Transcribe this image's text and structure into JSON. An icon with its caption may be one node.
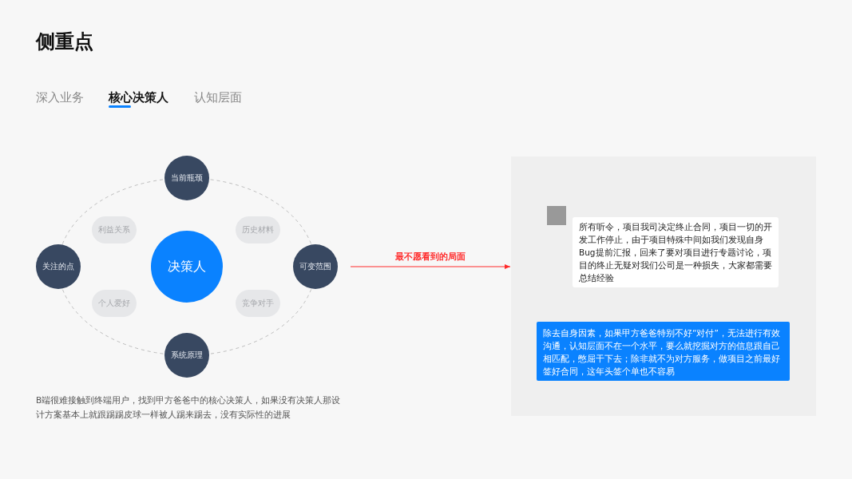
{
  "diagram": {
    "title": "侧重点",
    "nodes": [
      {
        "text": [
          "当前瓶颈"
        ]
      },
      {
        "text": [
          "利益关系"
        ]
      },
      {
        "text": [
          "历史材料"
        ]
      },
      {
        "text": [
          "关注的点"
        ]
      },
      {
        "text": [
          "决策人"
        ]
      },
      {
        "text": [
          "可变范围"
        ]
      },
      {
        "text": [
          "个人爱好"
        ]
      },
      {
        "text": [
          "竞争对手"
        ]
      },
      {
        "text": [
          "系统原理"
        ]
      },
      {
        "text": [],
        "shape": "box"
      },
      {
        "text": [
          "所有听令，项目我司决定终止合同，项目一切的开发工作停止，由于项目特殊中间如我们发现自身Bug提前汇报，回来了要对项目进行专题讨论，项目的终止无疑对我们公司是一种损失，大家都需要总结经验"
        ],
        "in": 9
      },
      {
        "text": [
          "除去自身因素，如果甲方爸爸特别不好“对付”，无法进行有效沟通，认知层面不在一个水平，要么就挖掘对方的信息跟自己相匹配，憋屈干下去；除非就不为对方服务，做项目之前最好签好合同，这年头签个单也不容易"
        ],
        "in": 9
      }
    ],
    "edges": [
      {
        "from": 0,
        "to": 5,
        "arrow": "none",
        "style": "dashed"
      },
      {
        "from": 5,
        "to": 8,
        "arrow": "none",
        "style": "dashed"
      },
      {
        "from": 8,
        "to": 3,
        "arrow": "none",
        "style": "dashed"
      },
      {
        "from": 3,
        "to": 0,
        "arrow": "none",
        "style": "dashed"
      },
      {
        "from": 5,
        "to": 9,
        "arrow": "to",
        "label": "最不愿看到的局面",
        "color": "#ff2a2a"
      }
    ],
    "labels": [
      "深入业务",
      "核心决策人",
      "认知层面",
      "B端很难接触到终端用户，找到甲方爸爸中的核心决策人，如果没有决策人那设计方案基本上就跟踢踢皮球一样被人踢来踢去，没有实际性的进展"
    ]
  }
}
